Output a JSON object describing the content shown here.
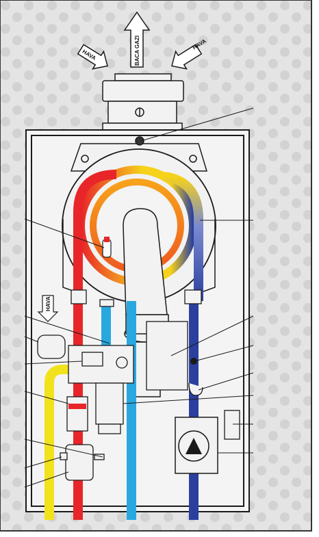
{
  "labels": {
    "flue_gas": "BACA GAZI",
    "air_left": "HAVA",
    "air_right": "HAVA",
    "air_side": "HAVA"
  },
  "colors": {
    "background": "#e4e4e4",
    "dots": "#d2d2d2",
    "hot_pipe": "#e8262a",
    "cold_pipe": "#2b3f9e",
    "light_blue_pipe": "#29a8df",
    "yellow_pipe": "#f2e21c",
    "outline": "#1a1a1a",
    "body_fill": "#f2f2f2"
  }
}
